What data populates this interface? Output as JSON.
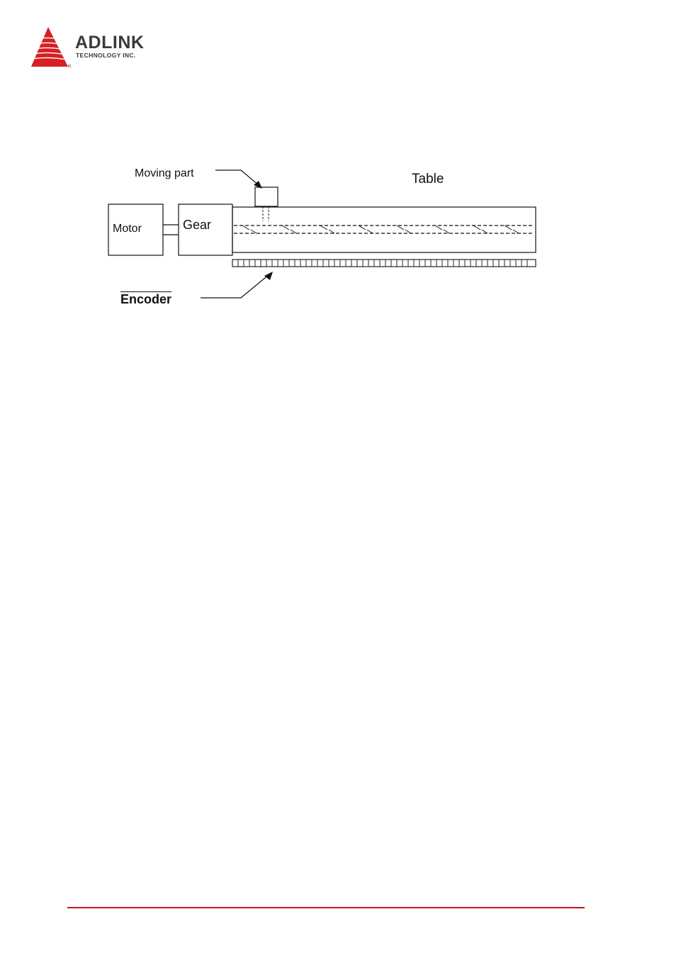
{
  "header": {
    "brand_name": "ADLINK",
    "brand_sub": "TECHNOLOGY INC.",
    "brand_color": "#d81f26"
  },
  "diagram": {
    "moving_part_label": "Moving part",
    "table_label": "Table",
    "motor_label": "Motor",
    "gear_label": "Gear",
    "encoder_label": "Encoder"
  },
  "footer": {
    "rule_color": "#c0141a"
  }
}
